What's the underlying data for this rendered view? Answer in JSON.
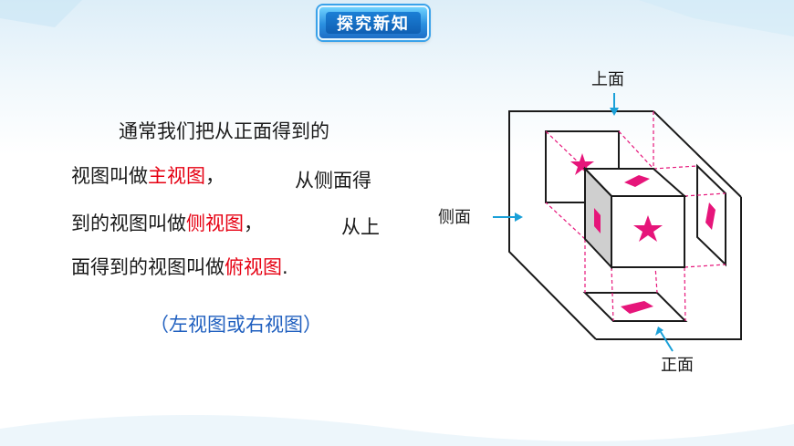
{
  "badge": {
    "title": "探究新知"
  },
  "text": {
    "line1": "通常我们把从正面得到的",
    "line2_prefix": "视图叫做",
    "line2_highlight": "主视图",
    "line2_suffix": "，",
    "line2_right": "从侧面得",
    "line3_prefix": "到的视图叫做",
    "line3_highlight": "侧视图",
    "line3_suffix": "，",
    "line3_right": "从上",
    "line4_prefix": "面得到的视图叫做",
    "line4_highlight": "俯视图",
    "line4_suffix": ".",
    "note": "（左视图或右视图）"
  },
  "diagram": {
    "labels": {
      "top": "上面",
      "side": "侧面",
      "front": "正面"
    },
    "colors": {
      "shape": "#e6157a",
      "arrow": "#1aa0d8",
      "dash": "#e6157a",
      "cube_side": "#cfcfcf"
    }
  }
}
